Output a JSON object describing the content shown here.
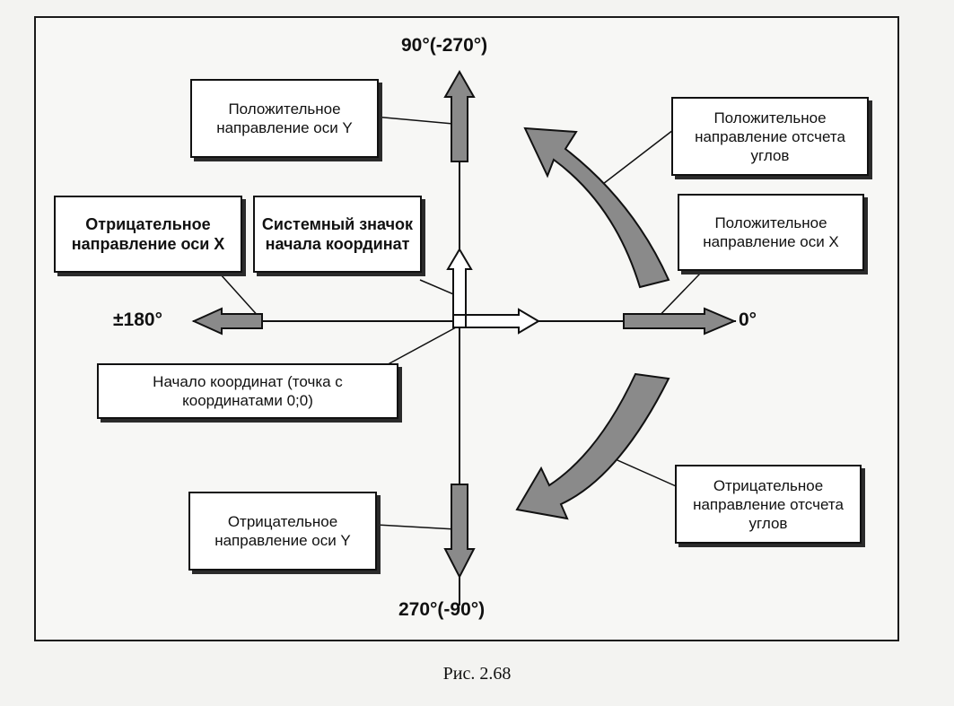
{
  "labels": {
    "top": "90°(-270°)",
    "bottom": "270°(-90°)",
    "left": "±180°",
    "right": "0°"
  },
  "callouts": {
    "pos_y": "Положительное направление оси Y",
    "neg_x": "Отрицательное направление оси X",
    "sys_icon": "Системный значок начала координат",
    "pos_angles": "Положительное направление отсчета углов",
    "pos_x": "Положительное направление оси X",
    "origin": "Начало координат (точка с координатами 0;0)",
    "neg_angles": "Отрицательное направление отсчета углов",
    "neg_y": "Отрицательное направление оси Y"
  },
  "caption": "Рис. 2.68",
  "colors": {
    "arrow_fill": "#8a8a8a",
    "stroke": "#111111",
    "box_fill": "#ffffff"
  }
}
